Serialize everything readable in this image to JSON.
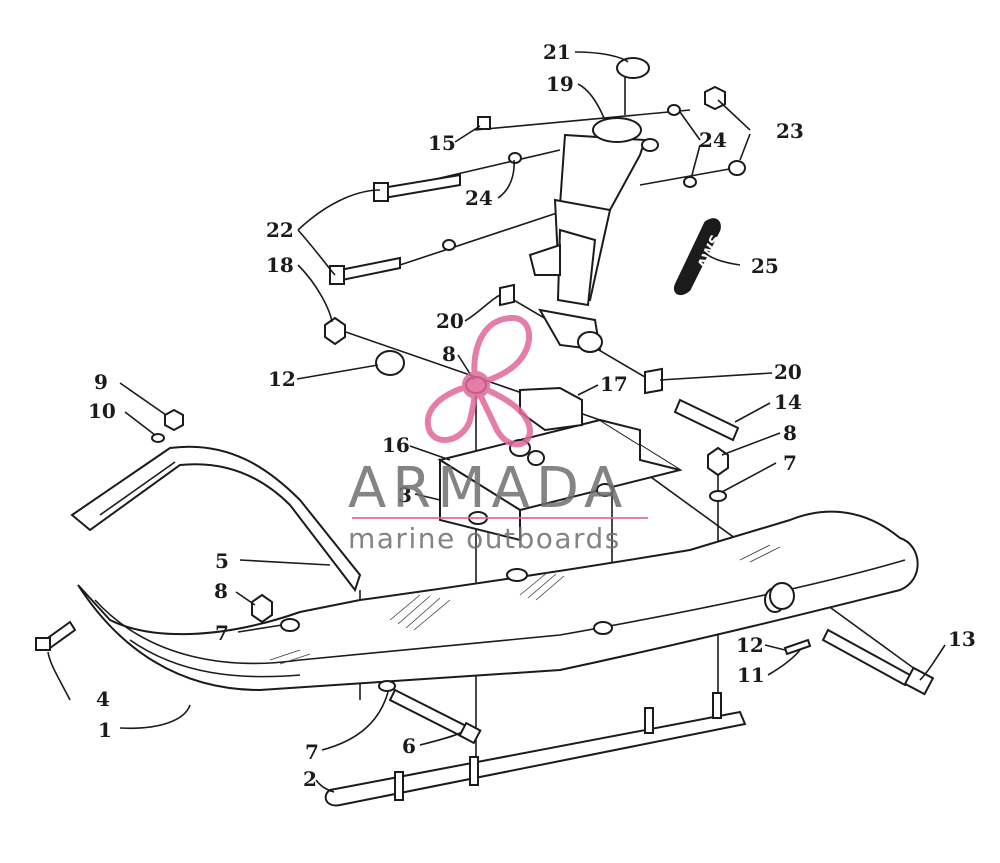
{
  "callouts": {
    "c1": "1",
    "c2": "2",
    "c3": "3",
    "c4": "4",
    "c5": "5",
    "c6": "6",
    "c7a": "7",
    "c7b": "7",
    "c7c": "7",
    "c8a": "8",
    "c8b": "8",
    "c8c": "8",
    "c9": "9",
    "c10": "10",
    "c11": "11",
    "c12a": "12",
    "c12b": "12",
    "c13": "13",
    "c14": "14",
    "c15": "15",
    "c16": "16",
    "c17": "17",
    "c18": "18",
    "c19": "19",
    "c20a": "20",
    "c20b": "20",
    "c21": "21",
    "c22": "22",
    "c23": "23",
    "c24a": "24",
    "c24b": "24",
    "c25": "25"
  },
  "decal_text": "AWS",
  "watermark": {
    "brand": "ARMADA",
    "tagline": "marine outboards",
    "colors": {
      "text": "#6f6f6f",
      "logo": "#e0679a",
      "rule": "#e0679a"
    }
  }
}
